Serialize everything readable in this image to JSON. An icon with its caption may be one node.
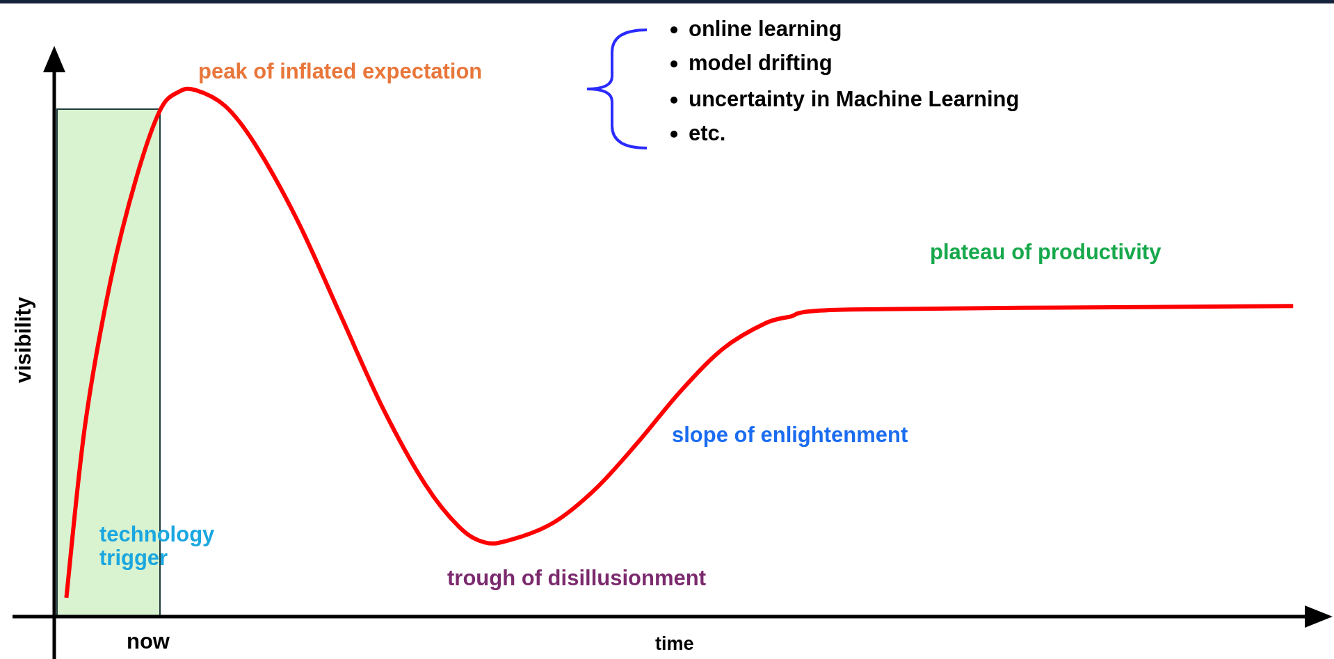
{
  "diagram": {
    "labels": [
      "peak of inflated expectation",
      "online learning",
      "model drifting",
      "uncertainty in Machine Learning",
      "etc.",
      "plateau of productivity",
      "slope of enlightenment",
      "technology trigger",
      "trough of disillusionment",
      "visibility",
      "now",
      "time"
    ]
  }
}
